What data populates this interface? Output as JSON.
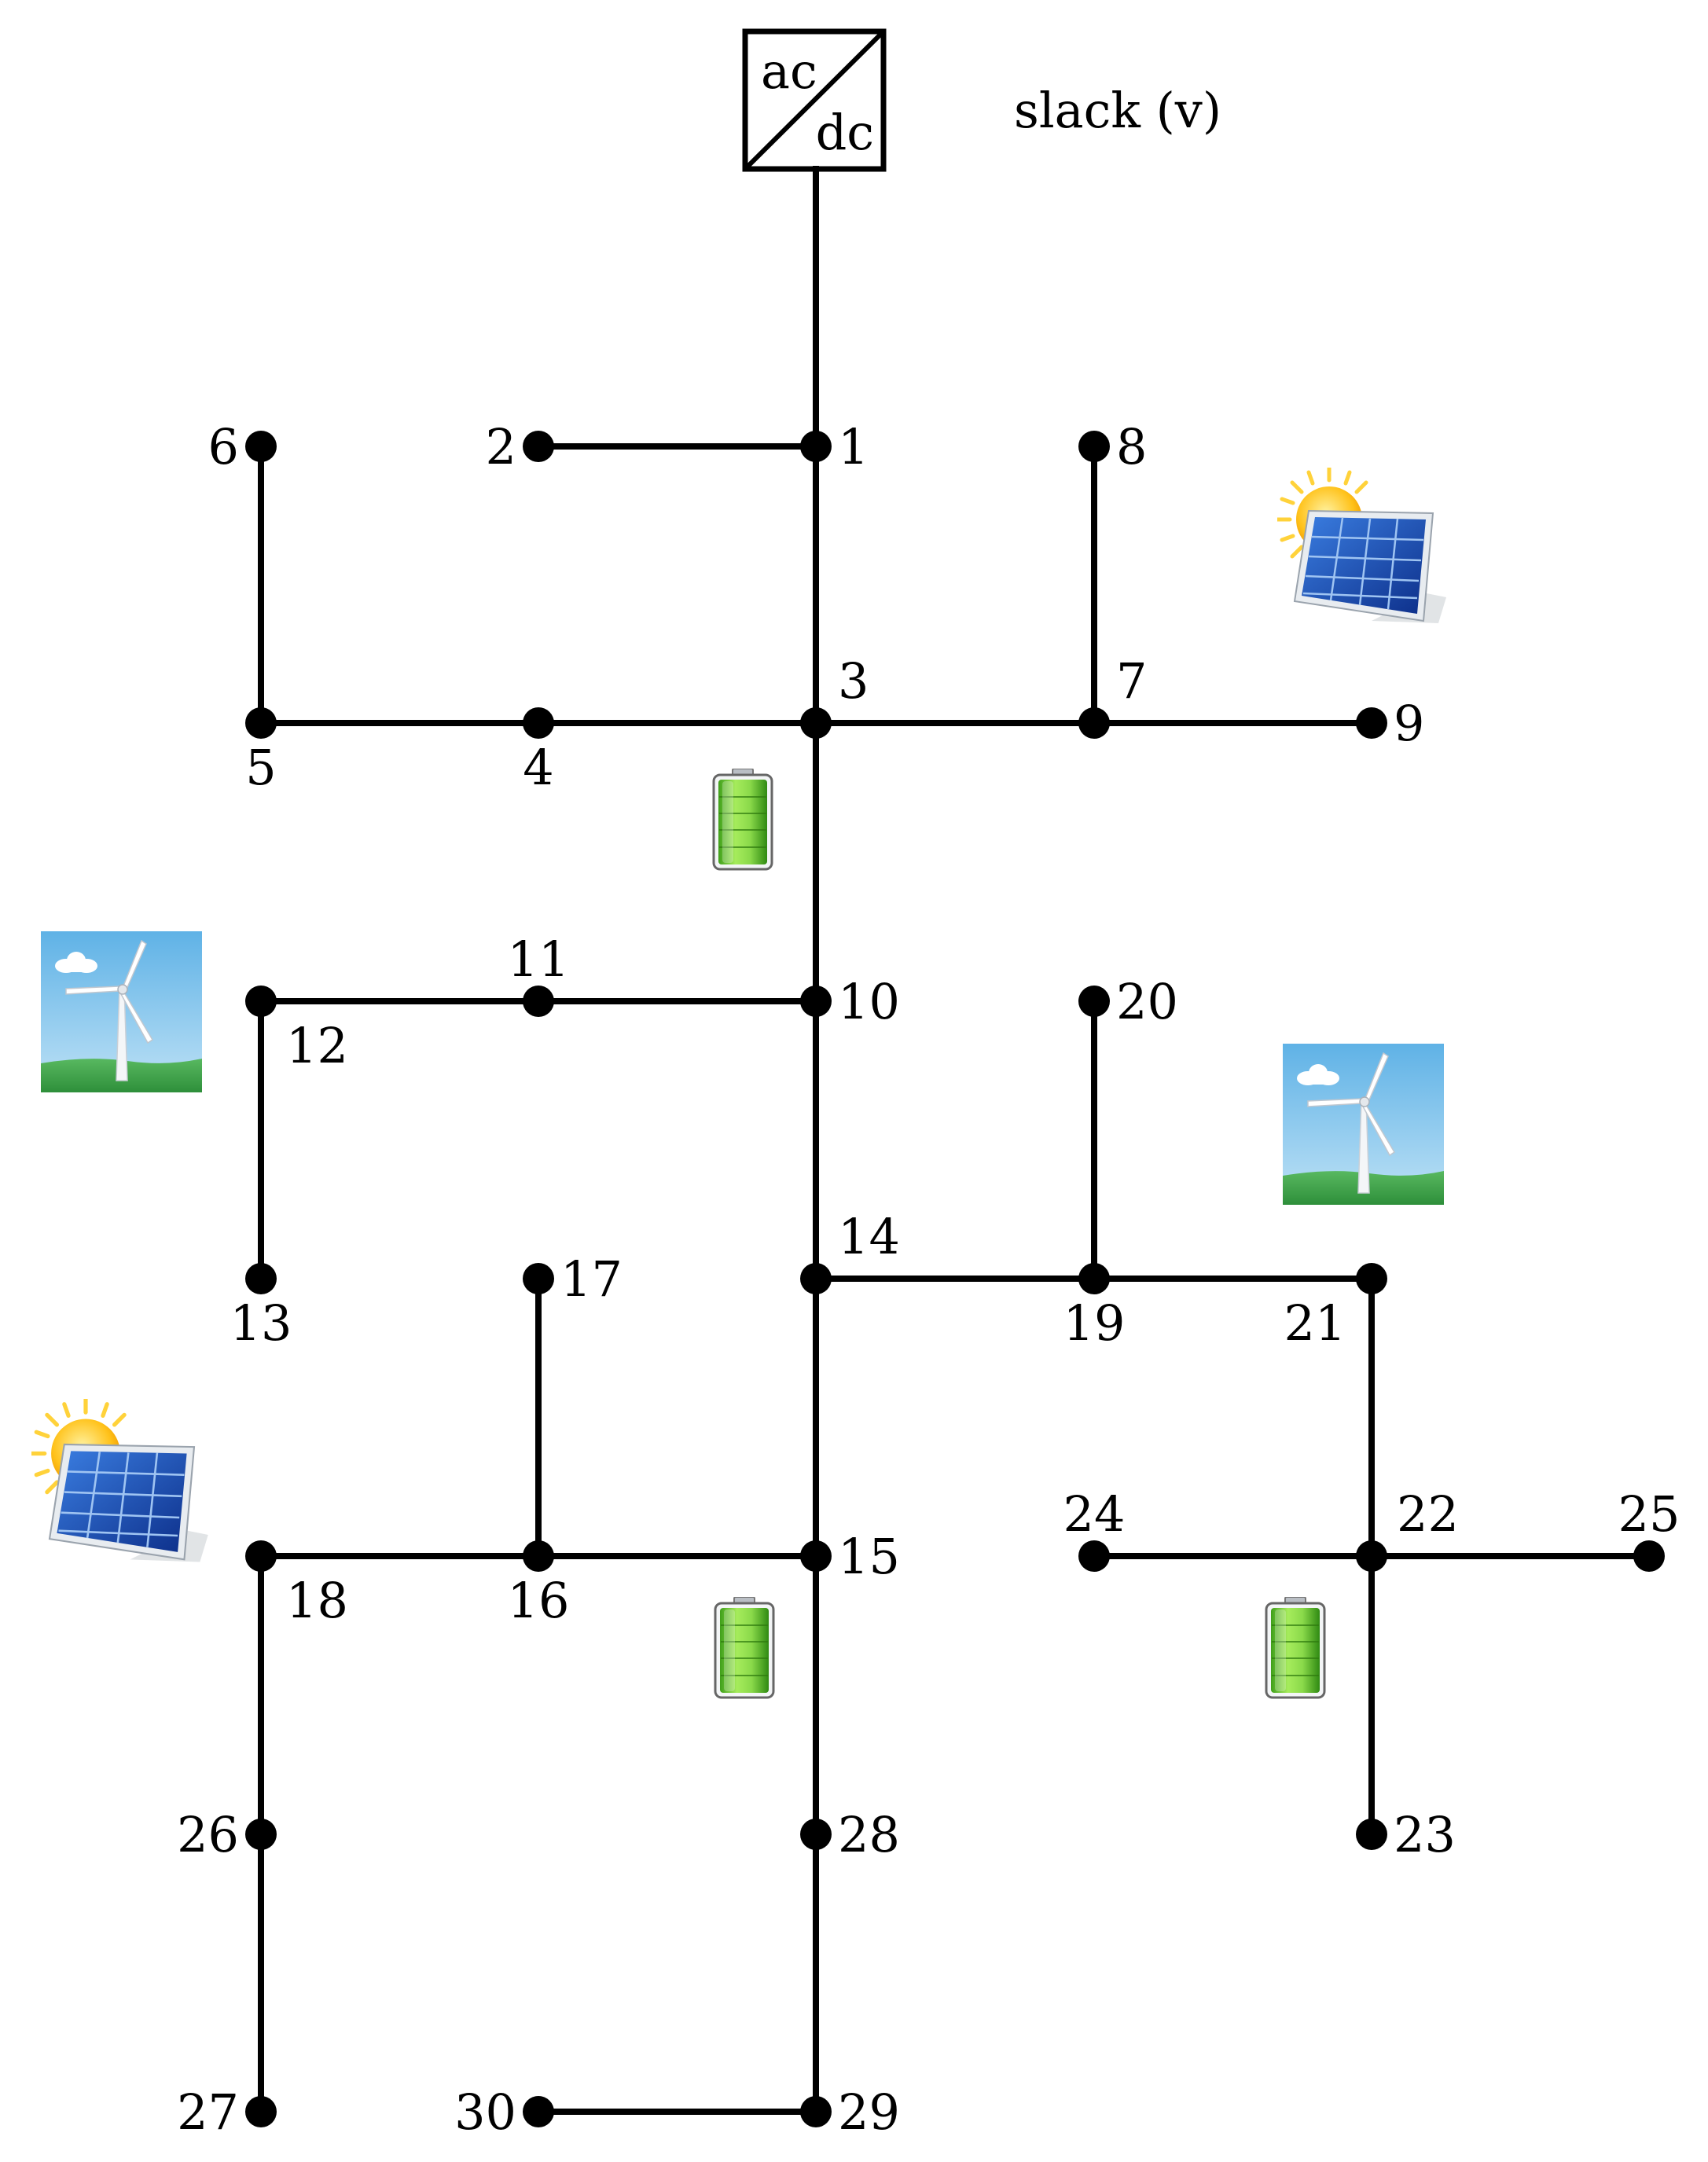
{
  "converter": {
    "top_text": "ac",
    "bottom_text": "dc"
  },
  "slack_label": "slack (v)",
  "buses": [
    {
      "id": "1",
      "label": "1"
    },
    {
      "id": "2",
      "label": "2"
    },
    {
      "id": "3",
      "label": "3"
    },
    {
      "id": "4",
      "label": "4"
    },
    {
      "id": "5",
      "label": "5"
    },
    {
      "id": "6",
      "label": "6"
    },
    {
      "id": "7",
      "label": "7"
    },
    {
      "id": "8",
      "label": "8"
    },
    {
      "id": "9",
      "label": "9"
    },
    {
      "id": "10",
      "label": "10"
    },
    {
      "id": "11",
      "label": "11"
    },
    {
      "id": "12",
      "label": "12"
    },
    {
      "id": "13",
      "label": "13"
    },
    {
      "id": "14",
      "label": "14"
    },
    {
      "id": "15",
      "label": "15"
    },
    {
      "id": "16",
      "label": "16"
    },
    {
      "id": "17",
      "label": "17"
    },
    {
      "id": "18",
      "label": "18"
    },
    {
      "id": "19",
      "label": "19"
    },
    {
      "id": "20",
      "label": "20"
    },
    {
      "id": "21",
      "label": "21"
    },
    {
      "id": "22",
      "label": "22"
    },
    {
      "id": "23",
      "label": "23"
    },
    {
      "id": "24",
      "label": "24"
    },
    {
      "id": "25",
      "label": "25"
    },
    {
      "id": "26",
      "label": "26"
    },
    {
      "id": "27",
      "label": "27"
    },
    {
      "id": "28",
      "label": "28"
    },
    {
      "id": "29",
      "label": "29"
    },
    {
      "id": "30",
      "label": "30"
    }
  ],
  "lines": [
    [
      "1",
      "2"
    ],
    [
      "1",
      "3"
    ],
    [
      "3",
      "4"
    ],
    [
      "4",
      "5"
    ],
    [
      "5",
      "6"
    ],
    [
      "3",
      "7"
    ],
    [
      "7",
      "8"
    ],
    [
      "7",
      "9"
    ],
    [
      "3",
      "10"
    ],
    [
      "10",
      "11"
    ],
    [
      "11",
      "12"
    ],
    [
      "12",
      "13"
    ],
    [
      "10",
      "14"
    ],
    [
      "14",
      "19"
    ],
    [
      "19",
      "20"
    ],
    [
      "19",
      "21"
    ],
    [
      "21",
      "22"
    ],
    [
      "22",
      "24"
    ],
    [
      "22",
      "25"
    ],
    [
      "22",
      "23"
    ],
    [
      "14",
      "15"
    ],
    [
      "15",
      "16"
    ],
    [
      "16",
      "17"
    ],
    [
      "16",
      "18"
    ],
    [
      "18",
      "26"
    ],
    [
      "26",
      "27"
    ],
    [
      "15",
      "28"
    ],
    [
      "28",
      "29"
    ],
    [
      "29",
      "30"
    ]
  ],
  "devices": [
    {
      "type": "solar",
      "icon": "solar-panel-icon",
      "near": "9"
    },
    {
      "type": "battery",
      "icon": "battery-icon",
      "near": "3"
    },
    {
      "type": "wind",
      "icon": "wind-turbine-icon",
      "near": "12"
    },
    {
      "type": "wind",
      "icon": "wind-turbine-icon",
      "near": "21"
    },
    {
      "type": "solar",
      "icon": "solar-panel-icon",
      "near": "18"
    },
    {
      "type": "battery",
      "icon": "battery-icon",
      "near": "15"
    },
    {
      "type": "battery",
      "icon": "battery-icon",
      "near": "22"
    }
  ]
}
